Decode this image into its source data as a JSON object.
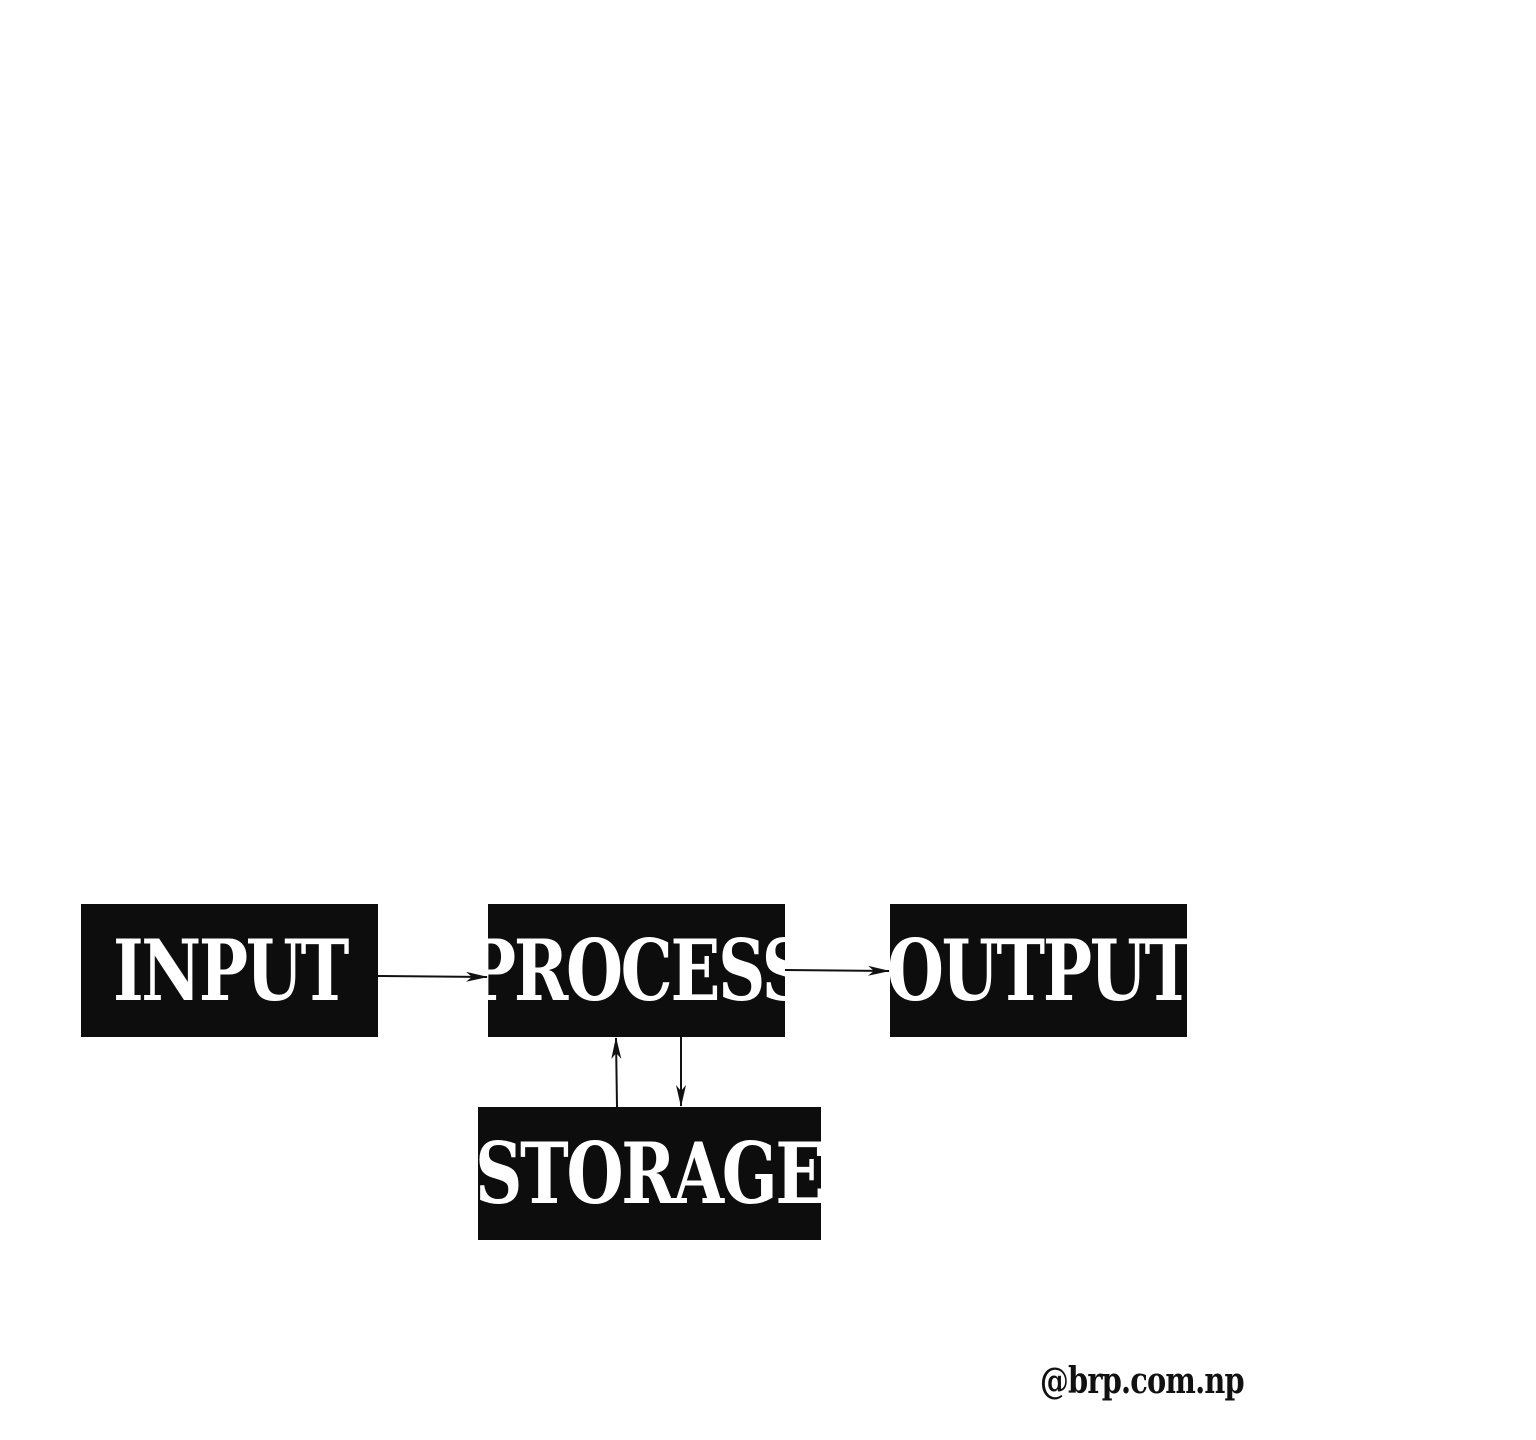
{
  "diagram": {
    "nodes": {
      "input": "INPUT",
      "process": "PROCESS",
      "output": "OUTPUT",
      "storage": "STORAGE"
    },
    "edges": [
      {
        "from": "input",
        "to": "process"
      },
      {
        "from": "process",
        "to": "output"
      },
      {
        "from": "storage",
        "to": "process"
      },
      {
        "from": "process",
        "to": "storage"
      }
    ],
    "colors": {
      "box_fill": "#0d0d0d",
      "box_text": "#ffffff",
      "arrow": "#111111"
    }
  },
  "credit": "@brp.com.np"
}
